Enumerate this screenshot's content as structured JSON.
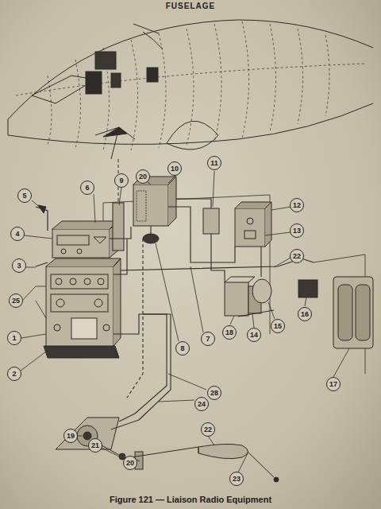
{
  "diagram": {
    "title": "FUSELAGE",
    "caption": "Figure 121 — Liaison Radio Equipment",
    "labels": [
      "5",
      "6",
      "9",
      "20",
      "10",
      "11",
      "12",
      "13",
      "4",
      "3",
      "22",
      "25",
      "1",
      "2",
      "18",
      "14",
      "15",
      "16",
      "17",
      "8",
      "7",
      "28",
      "24",
      "19",
      "21",
      "20",
      "22",
      "23"
    ]
  }
}
